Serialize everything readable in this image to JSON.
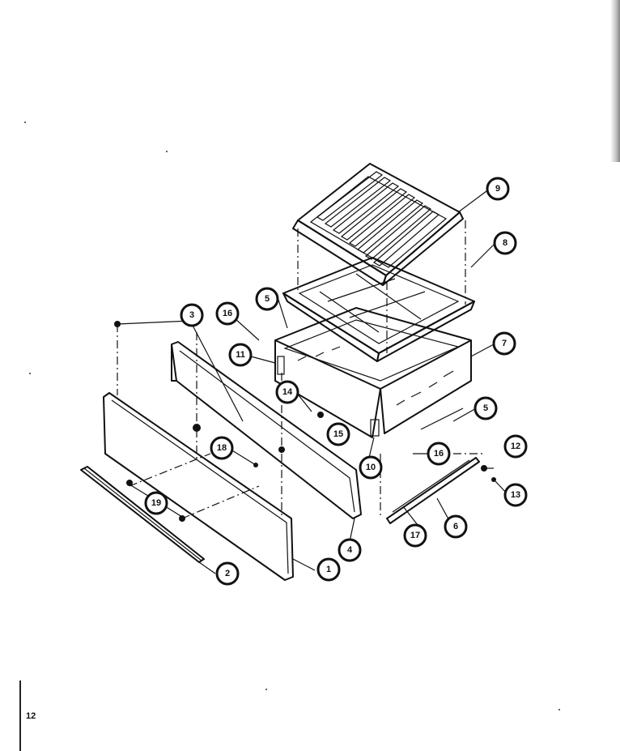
{
  "diagram": {
    "callouts": [
      "9",
      "8",
      "5",
      "16",
      "11",
      "7",
      "3",
      "14",
      "15",
      "5",
      "16",
      "10",
      "12",
      "13",
      "18",
      "19",
      "17",
      "6",
      "4",
      "1",
      "2"
    ]
  },
  "page": {
    "number": "12"
  }
}
